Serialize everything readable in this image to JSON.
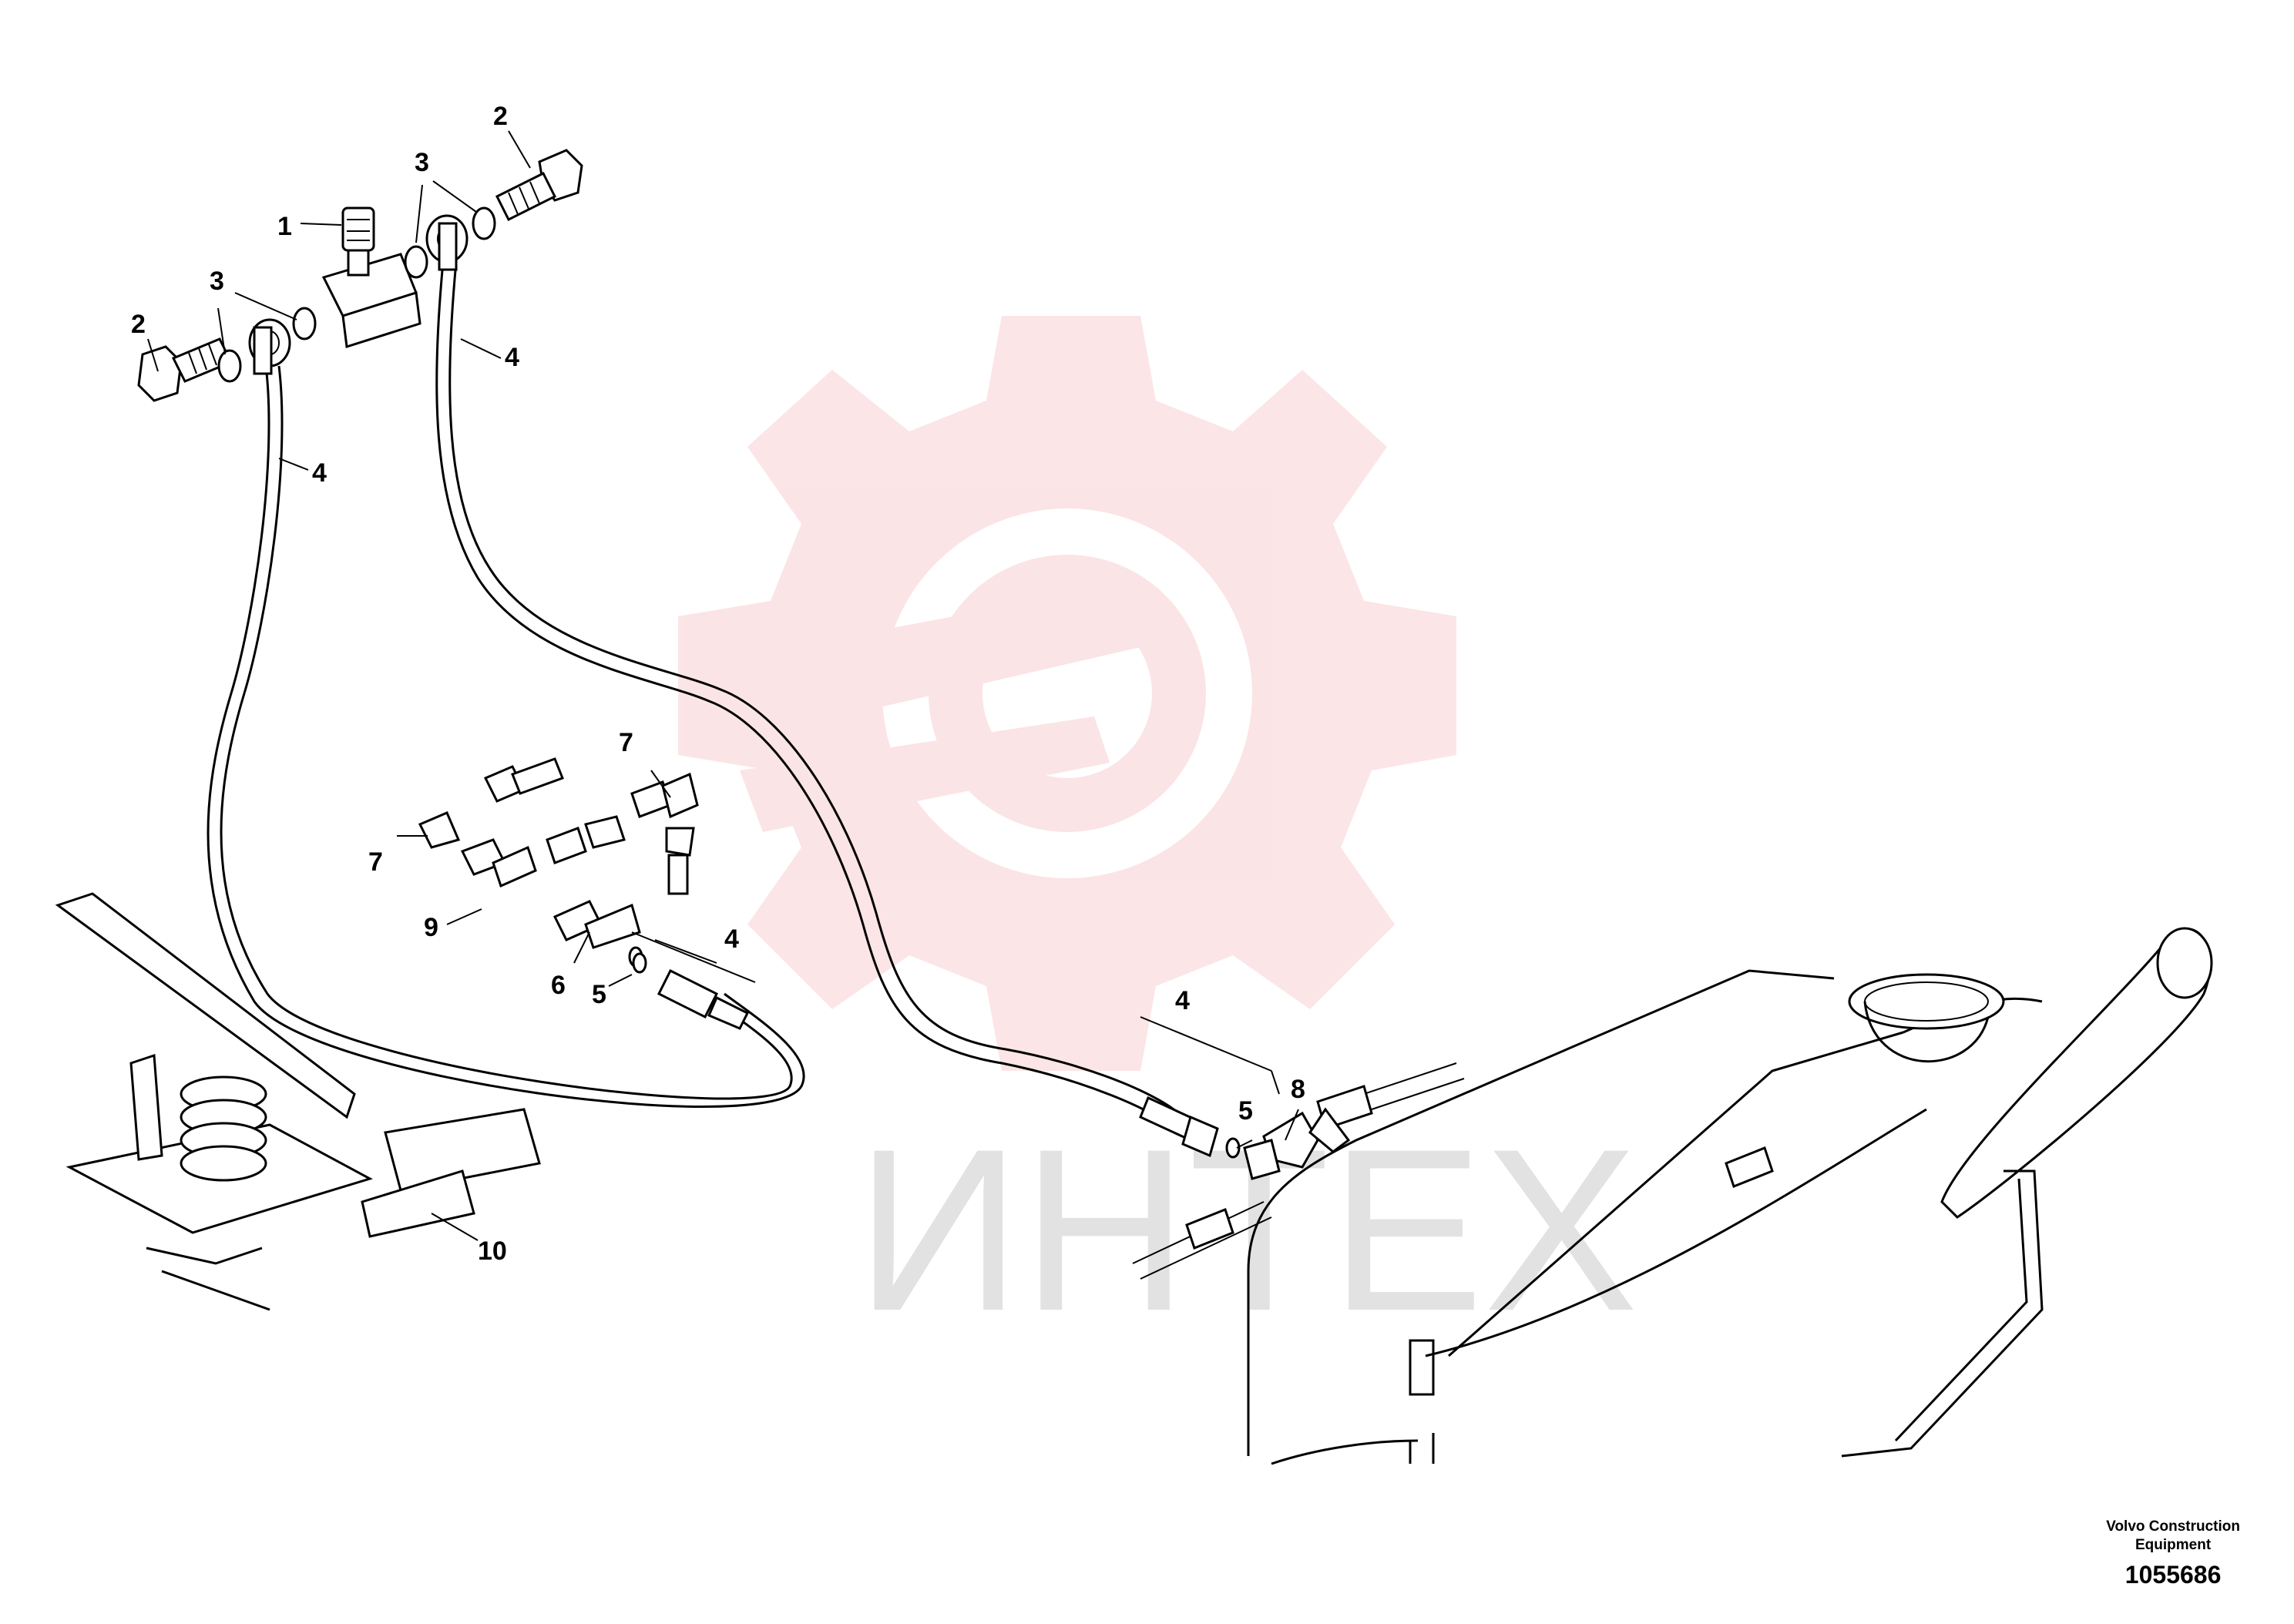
{
  "diagram": {
    "callouts": {
      "c1": "1",
      "c2a": "2",
      "c2b": "2",
      "c3a": "3",
      "c3b": "3",
      "c4a": "4",
      "c4b": "4",
      "c4c": "4",
      "c4d": "4",
      "c5a": "5",
      "c5b": "5",
      "c6": "6",
      "c7a": "7",
      "c7b": "7",
      "c8": "8",
      "c9": "9",
      "c10": "10"
    }
  },
  "watermark": {
    "text": "ИНТЕХ",
    "color": "#f2a0a4"
  },
  "footer": {
    "maker_line1": "Volvo Construction",
    "maker_line2": "Equipment",
    "doc_number": "1055686"
  }
}
